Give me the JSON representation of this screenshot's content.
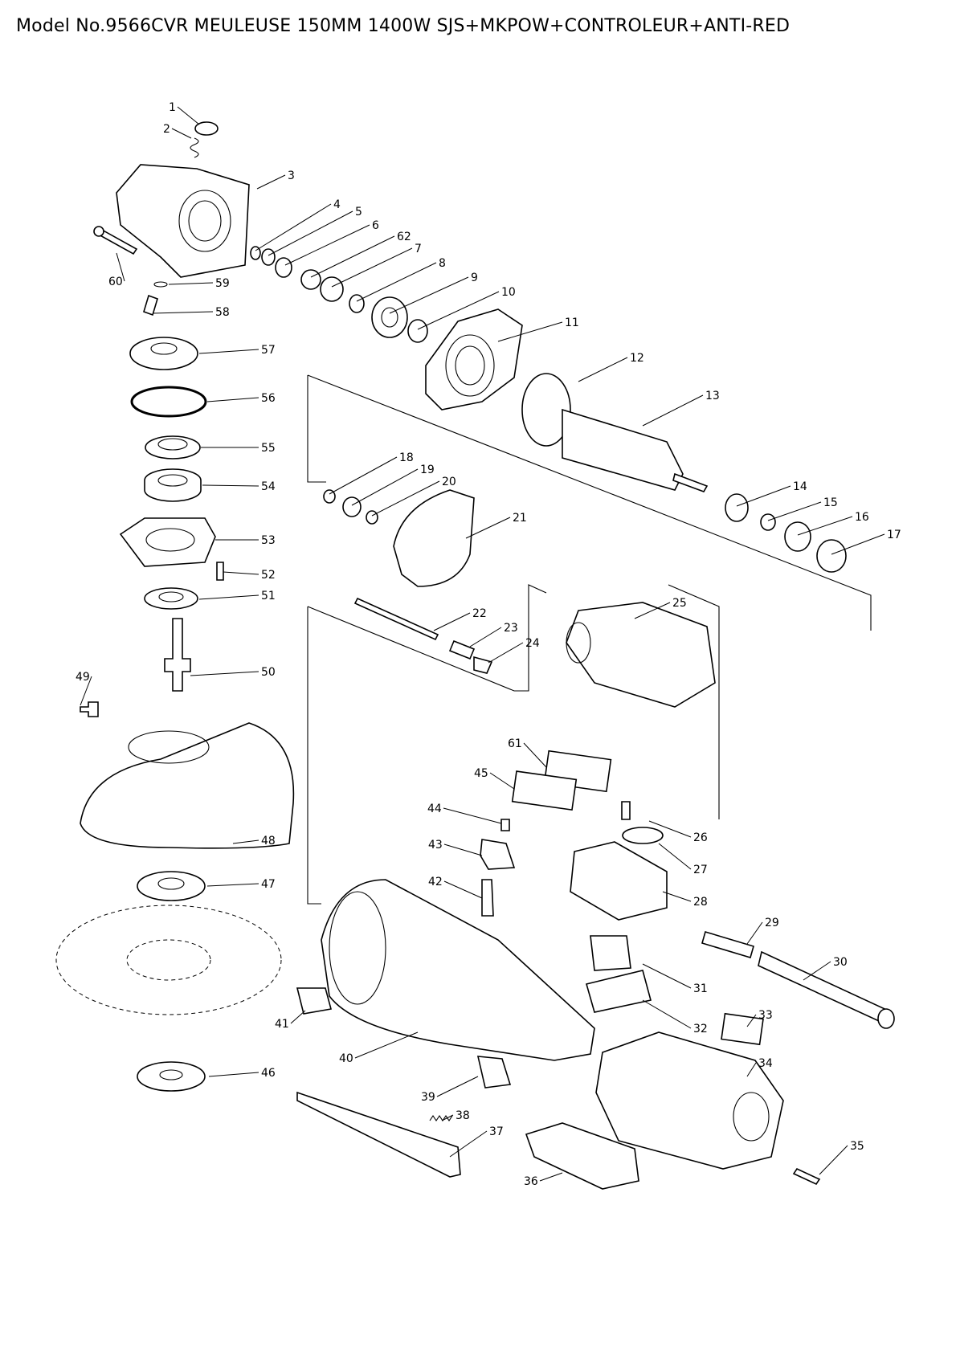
{
  "title": "Model No.9566CVR MEULEUSE 150MM 1400W SJS+MKPOW+CONTROLEUR+ANTI-RED",
  "callouts": [
    {
      "n": "1"
    },
    {
      "n": "2"
    },
    {
      "n": "3"
    },
    {
      "n": "4"
    },
    {
      "n": "5"
    },
    {
      "n": "6"
    },
    {
      "n": "62"
    },
    {
      "n": "7"
    },
    {
      "n": "8"
    },
    {
      "n": "9"
    },
    {
      "n": "10"
    },
    {
      "n": "11"
    },
    {
      "n": "12"
    },
    {
      "n": "13"
    },
    {
      "n": "14"
    },
    {
      "n": "15"
    },
    {
      "n": "16"
    },
    {
      "n": "17"
    },
    {
      "n": "18"
    },
    {
      "n": "19"
    },
    {
      "n": "20"
    },
    {
      "n": "21"
    },
    {
      "n": "22"
    },
    {
      "n": "23"
    },
    {
      "n": "24"
    },
    {
      "n": "25"
    },
    {
      "n": "26"
    },
    {
      "n": "27"
    },
    {
      "n": "28"
    },
    {
      "n": "29"
    },
    {
      "n": "30"
    },
    {
      "n": "31"
    },
    {
      "n": "32"
    },
    {
      "n": "33"
    },
    {
      "n": "34"
    },
    {
      "n": "35"
    },
    {
      "n": "36"
    },
    {
      "n": "37"
    },
    {
      "n": "38"
    },
    {
      "n": "39"
    },
    {
      "n": "40"
    },
    {
      "n": "41"
    },
    {
      "n": "42"
    },
    {
      "n": "43"
    },
    {
      "n": "44"
    },
    {
      "n": "45"
    },
    {
      "n": "46"
    },
    {
      "n": "47"
    },
    {
      "n": "48"
    },
    {
      "n": "49"
    },
    {
      "n": "50"
    },
    {
      "n": "51"
    },
    {
      "n": "52"
    },
    {
      "n": "53"
    },
    {
      "n": "54"
    },
    {
      "n": "55"
    },
    {
      "n": "56"
    },
    {
      "n": "57"
    },
    {
      "n": "58"
    },
    {
      "n": "59"
    },
    {
      "n": "60"
    },
    {
      "n": "61"
    }
  ]
}
